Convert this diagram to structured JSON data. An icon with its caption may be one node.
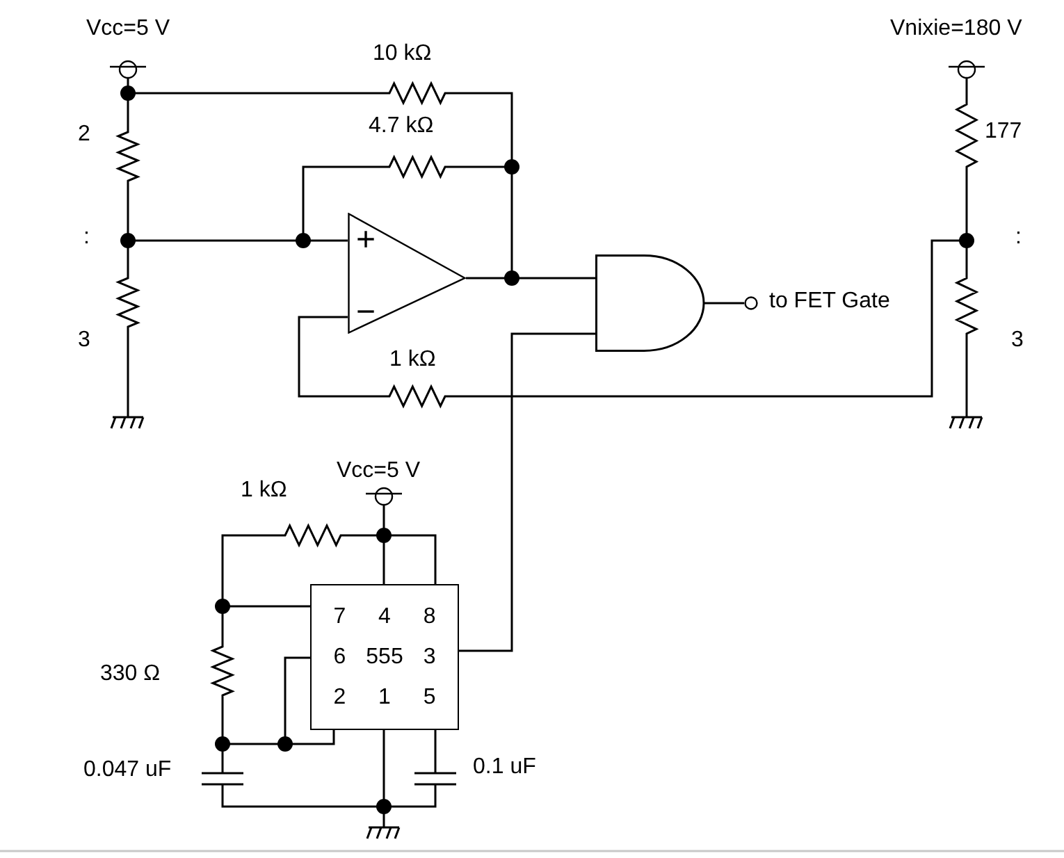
{
  "diagram": {
    "nodes": [
      {
        "text": [
          "+",
          "−"
        ]
      },
      {
        "text": [],
        "shape": "gate"
      },
      {
        "text": [],
        "shape": "circle",
        "beside": [
          "to FET Gate"
        ]
      },
      {
        "text": [
          "7",
          "4",
          "8",
          "6",
          "555",
          "3",
          "2",
          "1",
          "5"
        ]
      }
    ],
    "edges": [
      {
        "from": 0,
        "to": 1,
        "arrow": "none"
      },
      {
        "from": 3,
        "to": 1,
        "arrow": "none"
      },
      {
        "from": 1,
        "to": 2,
        "arrow": "none"
      }
    ],
    "labels": [
      "Vcc=5 V",
      "Vnixie=180 V",
      "10 kΩ",
      "2",
      "4.7 kΩ",
      "177",
      ":",
      ":",
      "3",
      "3",
      "1 kΩ",
      "Vcc=5 V",
      "1 kΩ",
      "330 Ω",
      "0.047 uF",
      "0.1 uF"
    ]
  }
}
